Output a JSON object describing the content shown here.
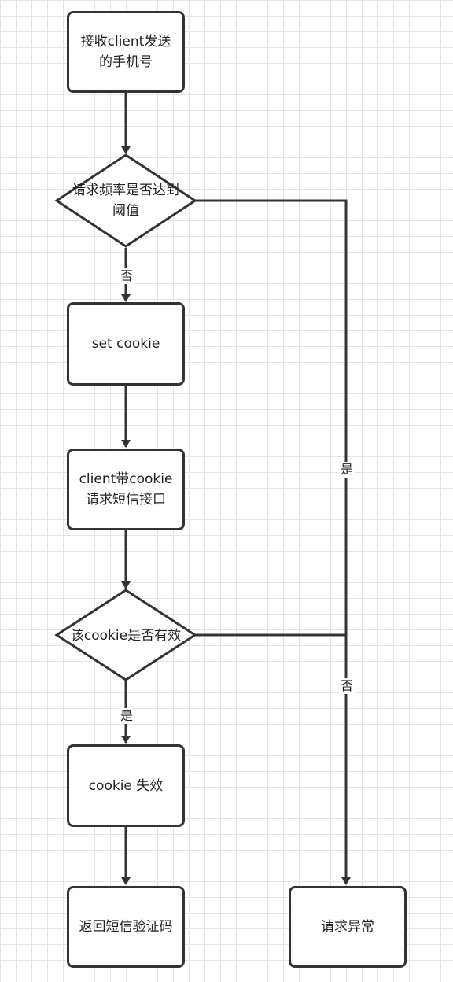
{
  "nodes": {
    "receive": "接收client发送的手机号",
    "rate_check": "请求频率是否达到阈值",
    "set_cookie": "set cookie",
    "client_request": "client带cookie请求短信接口",
    "cookie_valid": "该cookie是否有效",
    "cookie_invalid": "cookie 失效",
    "return_code": "返回短信验证码",
    "exception": "请求异常"
  },
  "edges": {
    "rate_no": "否",
    "rate_yes": "是",
    "valid_yes": "是",
    "valid_no": "否"
  }
}
